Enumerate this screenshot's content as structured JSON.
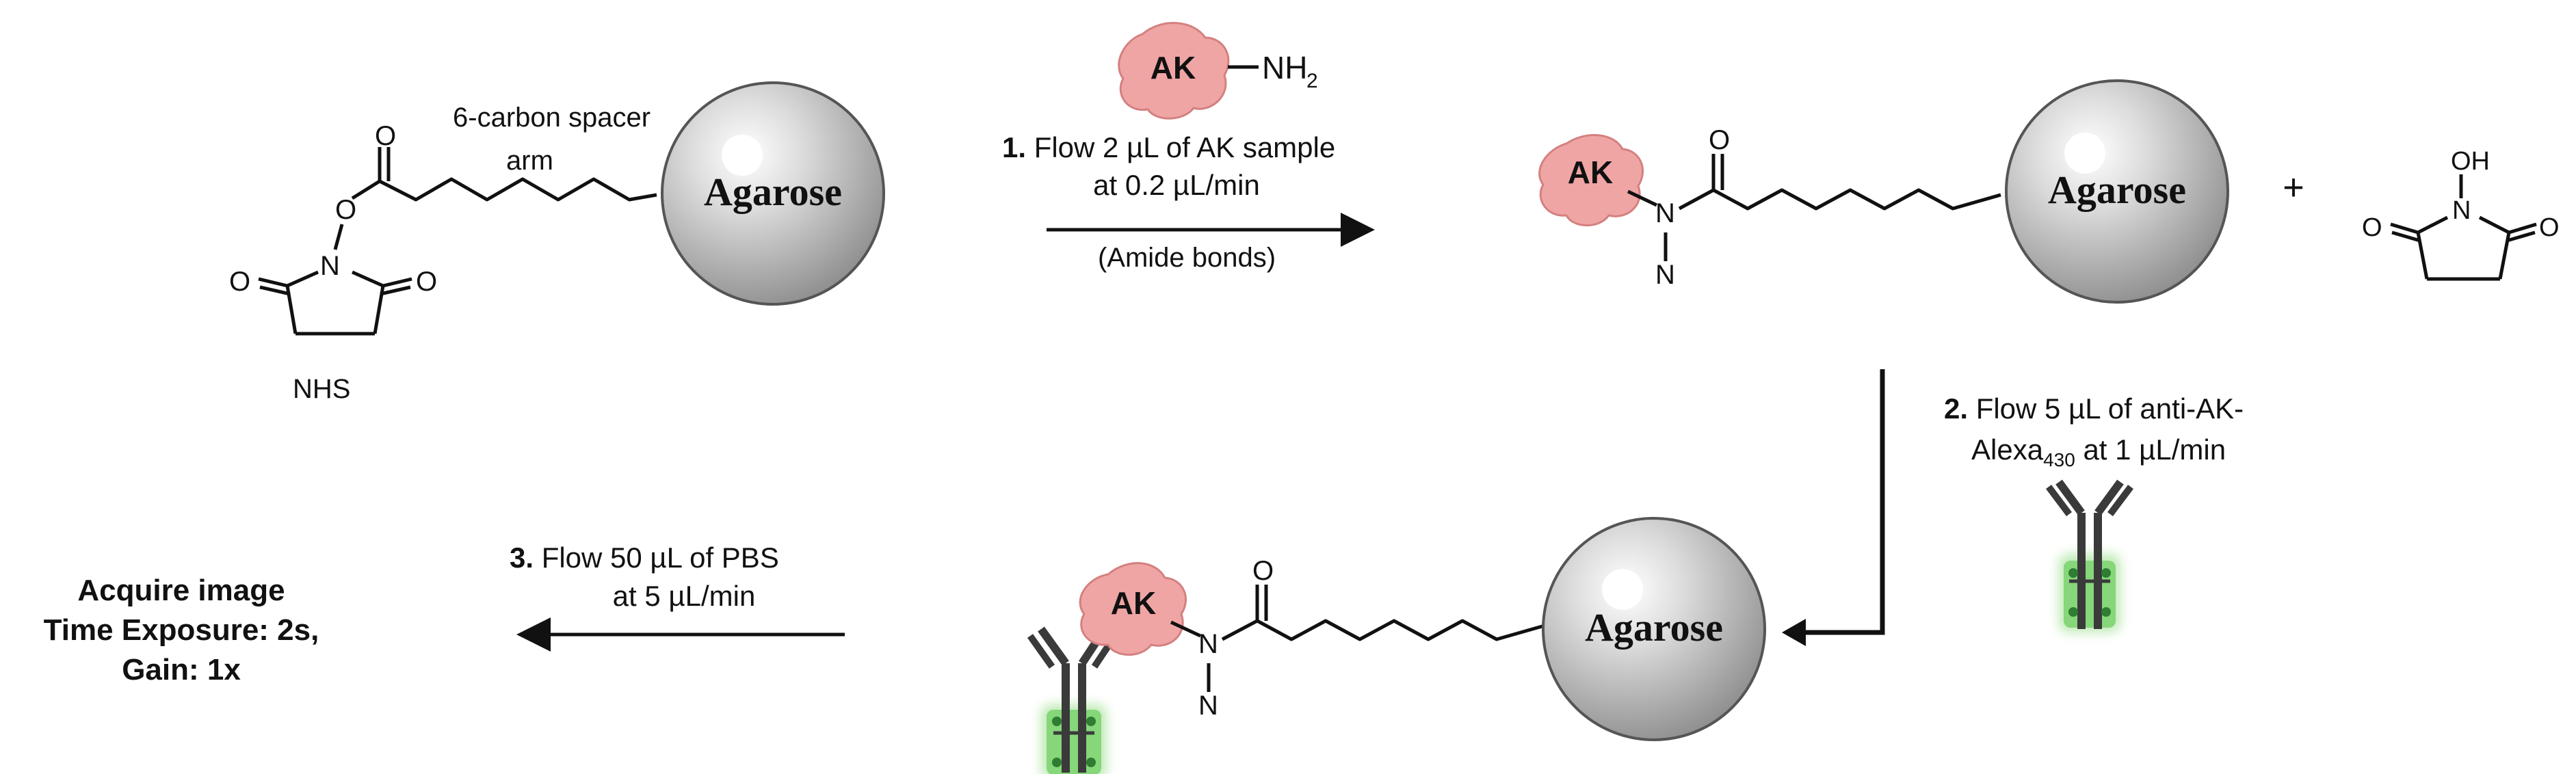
{
  "colors": {
    "ink": "#111111",
    "bead_light": "#f0f0f0",
    "bead_dark": "#8e8e8e",
    "protein": "#f0a5a5",
    "protein_edge": "#d48080",
    "antibody": "#3a3a3a",
    "fluor": "#86d67a",
    "fluor_glow": "#bfeab5",
    "fluor_dot": "#2e7d32"
  },
  "reagents": {
    "ak_label": "AK",
    "amine_label": "NH",
    "amine_subscript": "2"
  },
  "beads": [
    {
      "label": "Agarose"
    },
    {
      "label": "Agarose"
    },
    {
      "label": "Agarose"
    }
  ],
  "labels": {
    "spacer_line1": "6-carbon spacer",
    "spacer_line2": "arm",
    "nhs": "NHS",
    "plus": "+",
    "oxygen": "O",
    "nitrogen": "N",
    "hydroxyl": "OH"
  },
  "steps": {
    "step1": {
      "number": "1.",
      "line1": " Flow 2 µL of AK sample",
      "line2": "at 0.2 µL/min",
      "line3": "(Amide bonds)"
    },
    "step2": {
      "number": "2.",
      "line1": " Flow 5 µL of  anti-AK-",
      "line2_main": "Alexa",
      "line2_sub": "430",
      "line2_tail": " at 1 µL/min"
    },
    "step3": {
      "number": "3.",
      "line1": " Flow 50 µL of PBS",
      "line2": "at 5 µL/min"
    }
  },
  "result": {
    "line1": "Acquire image",
    "line2": "Time Exposure: 2s,",
    "line3": "Gain: 1x"
  }
}
